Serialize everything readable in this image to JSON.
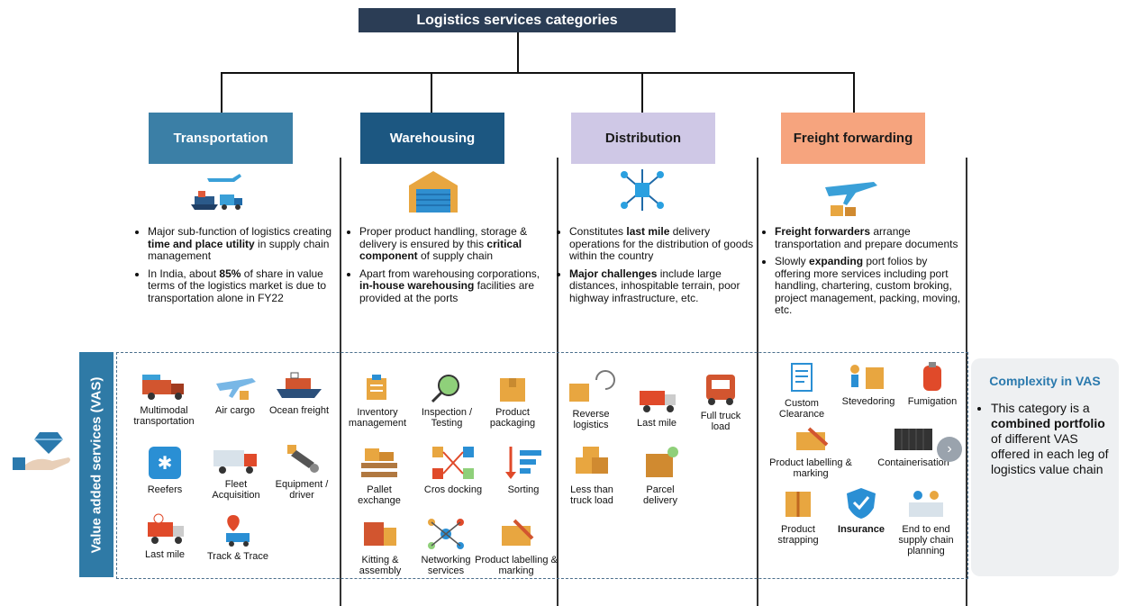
{
  "title": "Logistics services categories",
  "categories": [
    {
      "label": "Transportation",
      "bullets": [
        [
          "Major sub-function of logistics creating ",
          {
            "b": "time and place utility"
          },
          " in supply chain management"
        ],
        [
          "In India, about ",
          {
            "b": "85%"
          },
          " of share in value terms of the logistics market is due to transportation alone in FY22"
        ]
      ]
    },
    {
      "label": "Warehousing",
      "bullets": [
        [
          "Proper product handling, storage & delivery is ensured by this ",
          {
            "b": "critical component"
          },
          " of supply chain"
        ],
        [
          "Apart from warehousing corporations, ",
          {
            "b": "in-house warehousing"
          },
          " facilities are provided at the ports"
        ]
      ]
    },
    {
      "label": "Distribution",
      "bullets": [
        [
          "Constitutes ",
          {
            "b": "last mile"
          },
          " delivery operations for the distribution of goods within the country"
        ],
        [
          {
            "b": "Major challenges"
          },
          " include large distances, inhospitable terrain, poor highway infrastructure, etc."
        ]
      ]
    },
    {
      "label": "Freight forwarding",
      "bullets": [
        [
          {
            "b": "Freight forwarders"
          },
          " arrange transportation and prepare documents"
        ],
        [
          "Slowly ",
          {
            "b": "expanding"
          },
          " port folios by offering more services including port handling, chartering, custom broking, project management, packing, moving, etc."
        ]
      ]
    }
  ],
  "vas_label": "Value added services (VAS)",
  "vas": {
    "transport": [
      "Multimodal transportation",
      "Air cargo",
      "Ocean freight",
      "Reefers",
      "Fleet Acquisition",
      "Equipment / driver",
      "Last mile",
      "Track & Trace"
    ],
    "warehouse": [
      "Inventory management",
      "Inspection / Testing",
      "Product packaging",
      "Pallet exchange",
      "Cros docking",
      "Sorting",
      "Kitting & assembly",
      "Networking services",
      "Product labelling & marking"
    ],
    "distrib": [
      "Reverse logistics",
      "Last mile",
      "Full truck load",
      "Less than truck load",
      "Parcel delivery"
    ],
    "freight": [
      "Custom Clearance",
      "Stevedoring",
      "Fumigation",
      "Product labelling & marking",
      "Containerisation",
      "Product strapping",
      "Insurance",
      "End to end supply chain planning"
    ]
  },
  "complexity": {
    "title": "Complexity in VAS",
    "text": [
      "This category is a ",
      {
        "b": "combined portfolio"
      },
      " of different VAS offered in each leg of logistics value chain"
    ]
  },
  "colors": {
    "title_bg": "#2b3d55",
    "transport": "#3b7fa6",
    "warehouse": "#1c5781",
    "distrib": "#cfc8e6",
    "freight": "#f6a47e",
    "vas": "#2f7aa6",
    "accent": "#2a79ad"
  }
}
